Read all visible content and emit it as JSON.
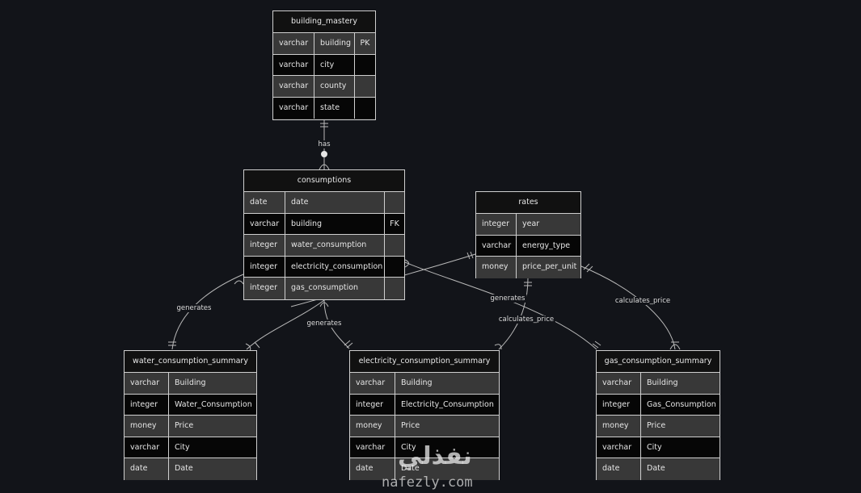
{
  "entities": {
    "building_mastery": {
      "title": "building_mastery",
      "rows": [
        {
          "type": "varchar",
          "name": "building",
          "key": "PK"
        },
        {
          "type": "varchar",
          "name": "city",
          "key": ""
        },
        {
          "type": "varchar",
          "name": "county",
          "key": ""
        },
        {
          "type": "varchar",
          "name": "state",
          "key": ""
        }
      ]
    },
    "consumptions": {
      "title": "consumptions",
      "rows": [
        {
          "type": "date",
          "name": "date",
          "key": ""
        },
        {
          "type": "varchar",
          "name": "building",
          "key": "FK"
        },
        {
          "type": "integer",
          "name": "water_consumption",
          "key": ""
        },
        {
          "type": "integer",
          "name": "electricity_consumption",
          "key": ""
        },
        {
          "type": "integer",
          "name": "gas_consumption",
          "key": ""
        }
      ]
    },
    "rates": {
      "title": "rates",
      "rows": [
        {
          "type": "integer",
          "name": "year"
        },
        {
          "type": "varchar",
          "name": "energy_type"
        },
        {
          "type": "money",
          "name": "price_per_unit"
        }
      ]
    },
    "water_consumption_summary": {
      "title": "water_consumption_summary",
      "rows": [
        {
          "type": "varchar",
          "name": "Building"
        },
        {
          "type": "integer",
          "name": "Water_Consumption"
        },
        {
          "type": "money",
          "name": "Price"
        },
        {
          "type": "varchar",
          "name": "City"
        },
        {
          "type": "date",
          "name": "Date"
        }
      ]
    },
    "electricity_consumption_summary": {
      "title": "electricity_consumption_summary",
      "rows": [
        {
          "type": "varchar",
          "name": "Building"
        },
        {
          "type": "integer",
          "name": "Electricity_Consumption"
        },
        {
          "type": "money",
          "name": "Price"
        },
        {
          "type": "varchar",
          "name": "City"
        },
        {
          "type": "date",
          "name": "Date"
        }
      ]
    },
    "gas_consumption_summary": {
      "title": "gas_consumption_summary",
      "rows": [
        {
          "type": "varchar",
          "name": "Building"
        },
        {
          "type": "integer",
          "name": "Gas_Consumption"
        },
        {
          "type": "money",
          "name": "Price"
        },
        {
          "type": "varchar",
          "name": "City"
        },
        {
          "type": "date",
          "name": "Date"
        }
      ]
    }
  },
  "relationships": [
    {
      "from": "building_mastery",
      "to": "consumptions",
      "label": "has"
    },
    {
      "from": "consumptions",
      "to": "water_consumption_summary",
      "label": "generates"
    },
    {
      "from": "consumptions",
      "to": "electricity_consumption_summary",
      "label": "generates"
    },
    {
      "from": "consumptions",
      "to": "gas_consumption_summary",
      "label": "generates"
    },
    {
      "from": "rates",
      "to": "electricity_consumption_summary",
      "label": "calculates_price"
    },
    {
      "from": "rates",
      "to": "gas_consumption_summary",
      "label": "calculates_price"
    }
  ],
  "watermark": {
    "arabic": "نفذلي",
    "latin": "nafezly.com"
  },
  "colors": {
    "background": "#121419",
    "border": "#cfcfcf",
    "row_light": "#383838",
    "row_dark": "#060606",
    "text": "#e6e6e6"
  }
}
